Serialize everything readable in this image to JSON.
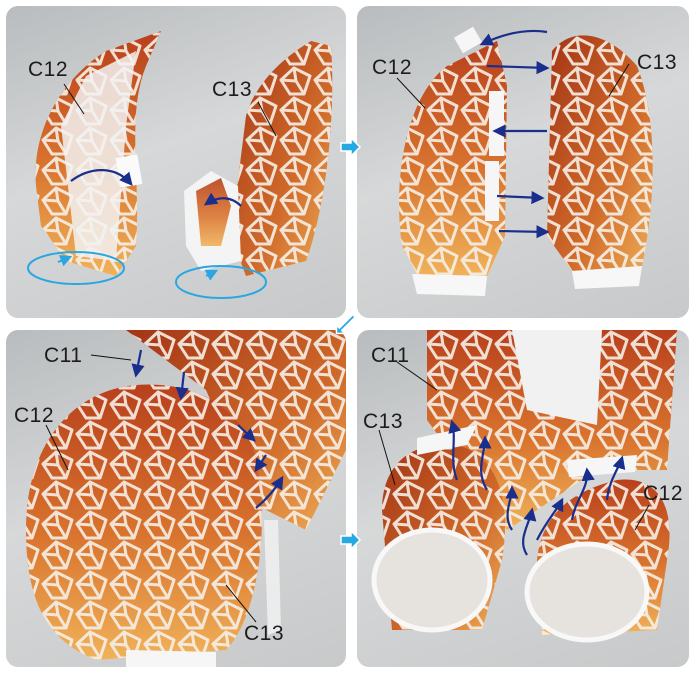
{
  "panels": [
    {
      "labels": {
        "left": "C12",
        "right": "C13"
      }
    },
    {
      "labels": {
        "left": "C12",
        "right": "C13"
      }
    },
    {
      "labels": {
        "top": "C11",
        "left": "C12",
        "bottom": "C13"
      }
    },
    {
      "labels": {
        "top": "C11",
        "left": "C13",
        "right": "C12"
      }
    }
  ],
  "colors": {
    "step_arrow": "#25a9e0",
    "fold_arrow": "#1a2e8c",
    "rotate_ellipse": "#2aa7e2"
  }
}
